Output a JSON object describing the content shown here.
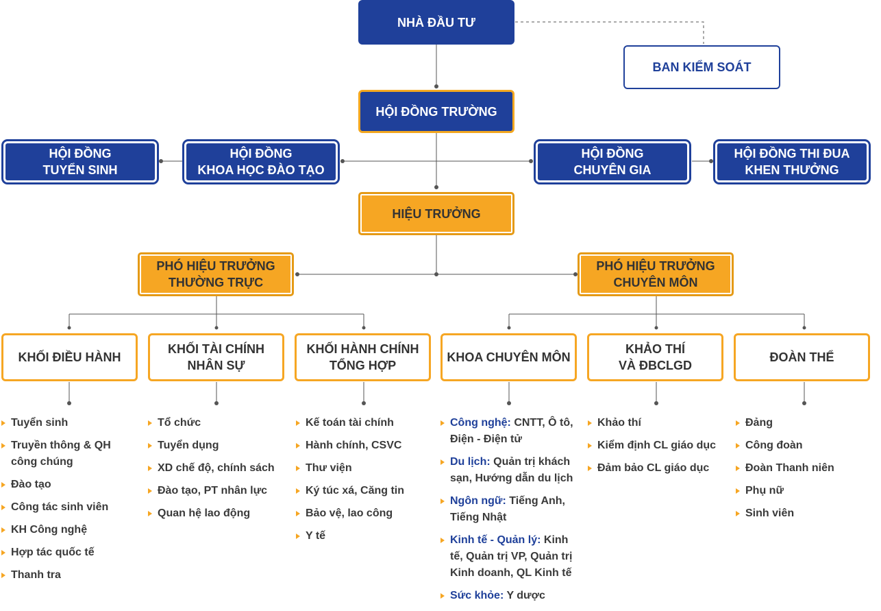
{
  "nodes": {
    "investor": "NHÀ ĐẦU TƯ",
    "supervisory_board": "BAN KIỂM SOÁT",
    "school_council": "HỘI ĐỒNG TRƯỜNG",
    "admission_council": [
      "HỘI ĐỒNG",
      "TUYỂN SINH"
    ],
    "science_training_council": [
      "HỘI ĐỒNG",
      "KHOA HỌC ĐÀO TẠO"
    ],
    "expert_council": [
      "HỘI ĐỒNG",
      "CHUYÊN GIA"
    ],
    "emulation_council": [
      "HỘI ĐỒNG THI ĐUA",
      "KHEN THƯỞNG"
    ],
    "principal": "HIỆU TRƯỞNG",
    "vice_standing": [
      "PHÓ HIỆU TRƯỞNG",
      "THƯỜNG TRỰC"
    ],
    "vice_academic": [
      "PHÓ HIỆU TRƯỞNG",
      "CHUYÊN MÔN"
    ]
  },
  "blocks": [
    {
      "title": [
        "KHỐI ĐIỀU HÀNH"
      ],
      "items": [
        [
          "Tuyển sinh"
        ],
        [
          "Truyền thông & QH",
          "công chúng"
        ],
        [
          "Đào tạo"
        ],
        [
          "Công tác sinh viên"
        ],
        [
          "KH Công nghệ"
        ],
        [
          "Hợp tác quốc tế"
        ],
        [
          "Thanh tra"
        ]
      ]
    },
    {
      "title": [
        "KHỐI TÀI CHÍNH",
        "NHÂN SỰ"
      ],
      "items": [
        [
          "Tổ chức"
        ],
        [
          "Tuyển dụng"
        ],
        [
          "XD chế độ, chính sách"
        ],
        [
          "Đào tạo, PT nhân lực"
        ],
        [
          "Quan hệ lao động"
        ]
      ]
    },
    {
      "title": [
        "KHỐI HÀNH CHÍNH",
        "TỔNG HỢP"
      ],
      "items": [
        [
          "Kế toán tài chính"
        ],
        [
          "Hành chính, CSVC"
        ],
        [
          "Thư viện"
        ],
        [
          "Ký túc xá, Căng tin"
        ],
        [
          "Bảo vệ, lao công"
        ],
        [
          "Y tế"
        ]
      ]
    },
    {
      "title": [
        "KHOA CHUYÊN MÔN"
      ],
      "items": [
        {
          "label": "Công nghệ:",
          "lines": [
            " CNTT, Ô tô,",
            "Điện - Điện tử"
          ]
        },
        {
          "label": "Du lịch:",
          "lines": [
            " Quản trị khách",
            "sạn, Hướng dẫn du lịch"
          ]
        },
        {
          "label": "Ngôn ngữ:",
          "lines": [
            " Tiếng Anh,",
            "Tiếng Nhật"
          ]
        },
        {
          "label": "Kinh tế - Quản lý:",
          "lines": [
            " Kinh",
            "tế, Quản trị VP, Quản trị",
            "Kinh doanh, QL Kinh tế"
          ]
        },
        {
          "label": "Sức khỏe:",
          "lines": [
            " Y dược"
          ]
        }
      ]
    },
    {
      "title": [
        "KHẢO THÍ",
        "VÀ ĐBCLGD"
      ],
      "items": [
        [
          "Khảo thí"
        ],
        [
          "Kiểm định CL giáo dục"
        ],
        [
          "Đảm bảo CL giáo dục"
        ]
      ]
    },
    {
      "title": [
        "ĐOÀN THỂ"
      ],
      "items": [
        [
          "Đảng"
        ],
        [
          "Công đoàn"
        ],
        [
          "Đoàn Thanh niên"
        ],
        [
          "Phụ nữ"
        ],
        [
          "Sinh viên"
        ]
      ]
    }
  ],
  "colors": {
    "navy": "#1f409a",
    "orange": "#f6a623",
    "line": "#555555",
    "text": "#333333"
  }
}
